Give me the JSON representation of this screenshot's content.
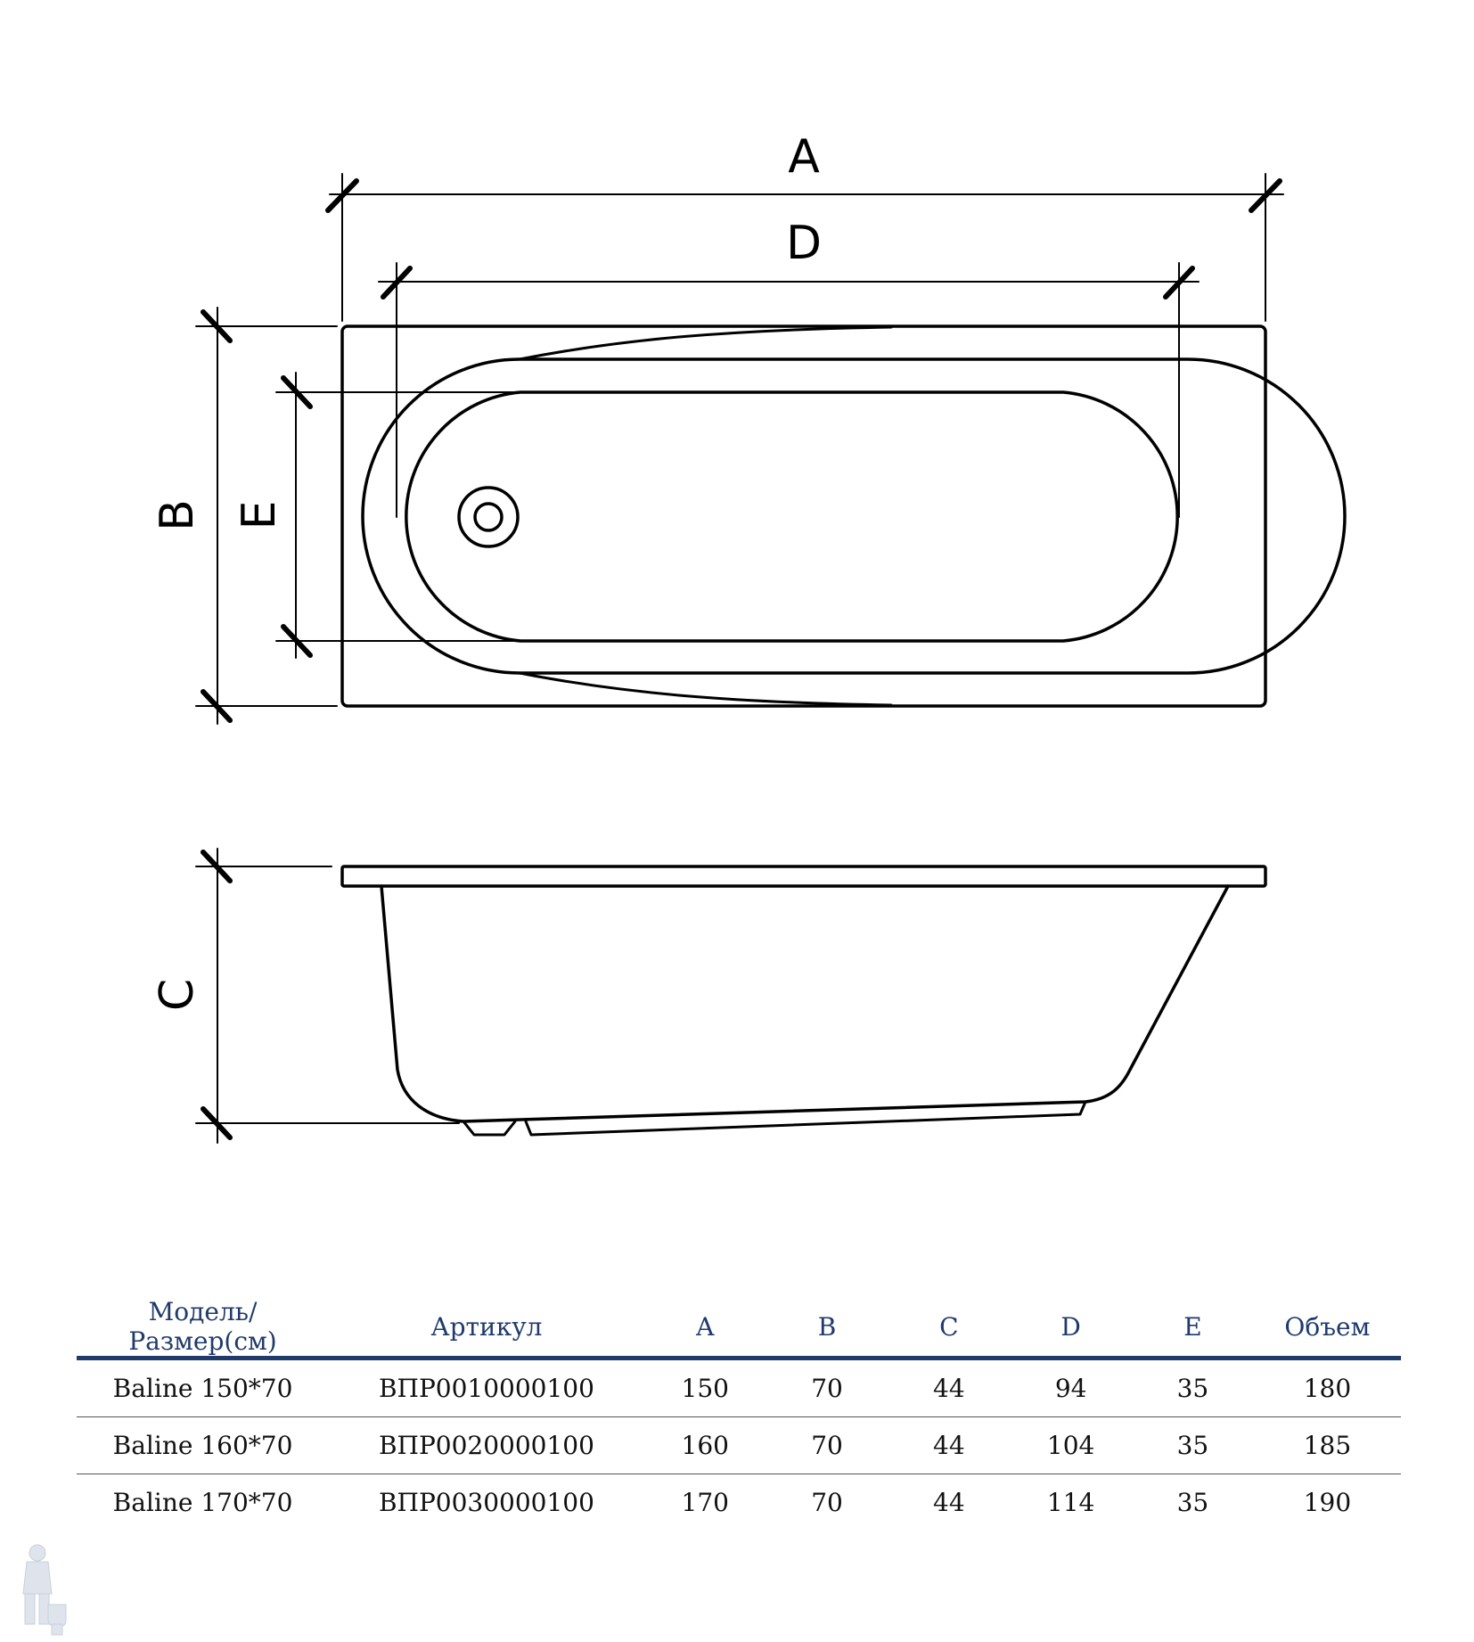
{
  "dimension_labels": {
    "a": "A",
    "d": "D",
    "b": "B",
    "e": "E",
    "c": "C"
  },
  "table": {
    "headers": {
      "model": "Модель/Размер(см)",
      "article": "Артикул",
      "a": "A",
      "b": "B",
      "c": "C",
      "d": "D",
      "e": "E",
      "volume": "Объем"
    },
    "rows": [
      {
        "model": "Baline 150*70",
        "article": "ВПР0010000100",
        "a": "150",
        "b": "70",
        "c": "44",
        "d": "94",
        "e": "35",
        "volume": "180"
      },
      {
        "model": "Baline 160*70",
        "article": "ВПР0020000100",
        "a": "160",
        "b": "70",
        "c": "44",
        "d": "104",
        "e": "35",
        "volume": "185"
      },
      {
        "model": "Baline 170*70",
        "article": "ВПР0030000100",
        "a": "170",
        "b": "70",
        "c": "44",
        "d": "114",
        "e": "35",
        "volume": "190"
      }
    ]
  },
  "colors": {
    "table_header_text": "#1f3a6b",
    "table_header_rule": "#1f3a6b",
    "line_art": "#000000"
  },
  "icons": {
    "logo": "plumber-mascot-icon"
  }
}
